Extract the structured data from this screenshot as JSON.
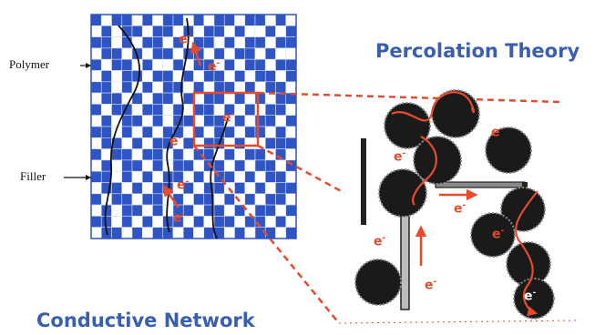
{
  "labels": {
    "polymer": "Polymer",
    "filler": "Filler",
    "percolation_title": "Percolation Theory",
    "network_title": "Conductive Network",
    "electron": "e",
    "electron_sup": "-"
  },
  "colors": {
    "title_blue": "#3a5fae",
    "filler_blue": "#2f55c4",
    "arrow_red": "#e84b2b",
    "particle_black": "#1a1a1a",
    "grid_line": "#d9def0"
  },
  "grid": {
    "size": 20,
    "pattern": [
      "10110101101011011010",
      "01011011010110100101",
      "11010110101101011011",
      "01101011011010110100",
      "10110100101101011011",
      "01011011010110101101",
      "11010101101011010110",
      "01101011010110101011",
      "10110110101101010110",
      "01011010110110101101",
      "11010101101011011010",
      "01101011010110100111",
      "10110110101101011010",
      "01011010110110101101",
      "11010101101011010110",
      "01101011010110101011",
      "10110110101101010110",
      "01011010110110101101",
      "11010101101011011010",
      "01101011010110101101"
    ]
  }
}
